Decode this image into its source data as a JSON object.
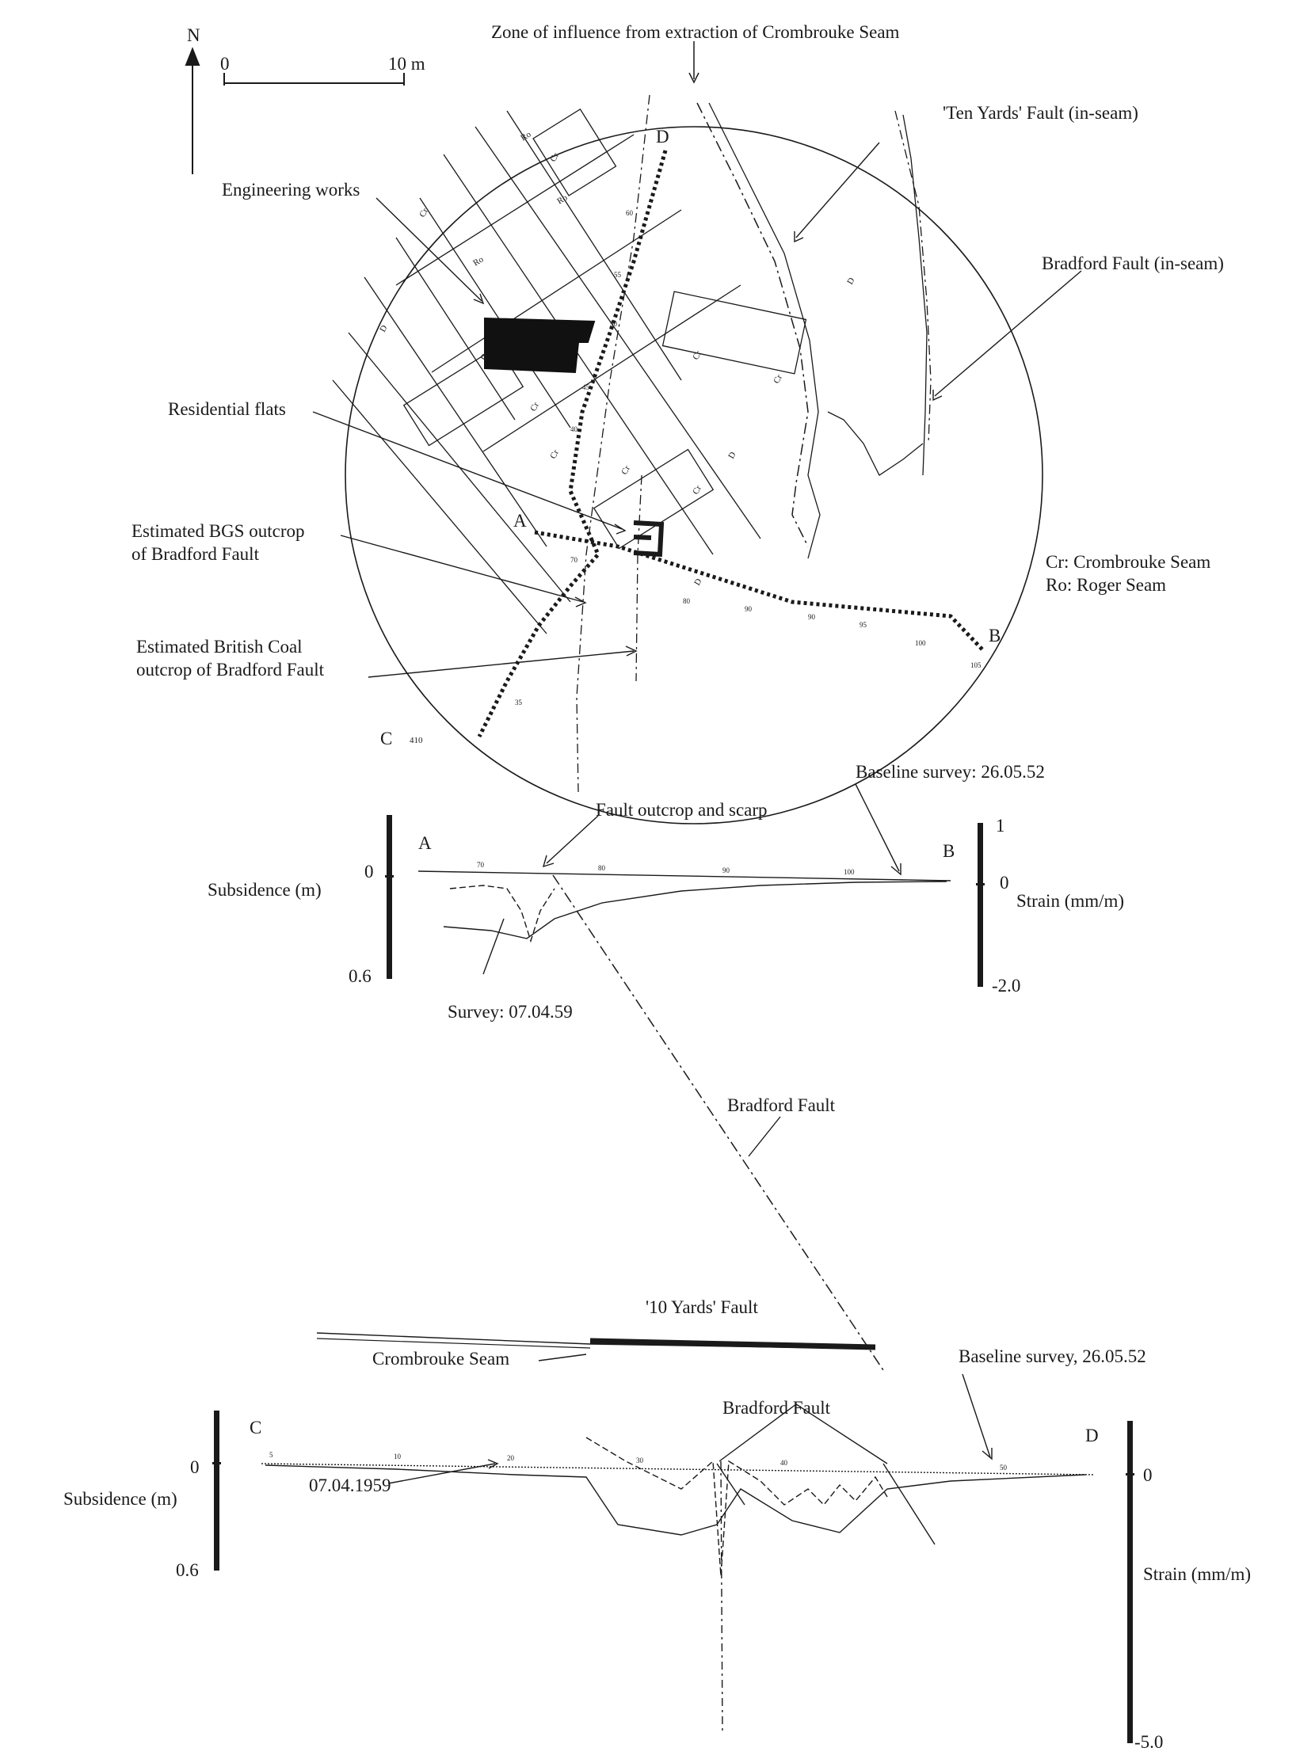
{
  "north_label": "N",
  "scale_bar": {
    "left_label": "0",
    "right_label": "10 m"
  },
  "labels": {
    "zone_of_influence": "Zone of influence from extraction of Crombrouke Seam",
    "ten_yards_fault_inseam": "'Ten Yards' Fault (in-seam)",
    "bradford_fault_inseam": "Bradford Fault (in-seam)",
    "engineering_works": "Engineering works",
    "residential_flats": "Residential flats",
    "bgs_outcrop_line1": "Estimated BGS outcrop",
    "bgs_outcrop_line2": "of Bradford Fault",
    "british_coal_line1": "Estimated British Coal",
    "british_coal_line2": "outcrop of Bradford Fault",
    "legend_cr": "Cr: Crombrouke Seam",
    "legend_ro": "Ro: Roger Seam",
    "section_a": "A",
    "section_b": "B",
    "section_c": "C",
    "section_d": "D",
    "baseline_survey_ab": "Baseline survey: 26.05.52",
    "fault_outcrop_scarp": "Fault outcrop and scarp",
    "survey_ab": "Survey: 07.04.59",
    "bradford_fault_mid": "Bradford Fault",
    "ten_yards_fault_section": "'10 Yards' Fault",
    "crombrouke_seam": "Crombrouke Seam",
    "baseline_survey_cd": "Baseline survey, 26.05.52",
    "bradford_fault_cd": "Bradford Fault",
    "survey_cd": "07.04.1959"
  },
  "map_tags": {
    "ro": "Ro",
    "cr": "Cr",
    "d": "D",
    "c_marker": "410"
  },
  "survey_points_ab": [
    "70",
    "80",
    "90",
    "90",
    "95",
    "100",
    "105"
  ],
  "survey_points_cd": [
    "35",
    "50",
    "60",
    "55",
    "45",
    "40"
  ],
  "profile_ab_ticks": [
    "70",
    "80",
    "90",
    "100"
  ],
  "profile_cd_ticks": [
    "5",
    "10",
    "20",
    "30",
    "40",
    "50"
  ],
  "subsidence_ab": {
    "label": "Subsidence (m)",
    "top": "0",
    "bottom": "0.6"
  },
  "strain_ab": {
    "label": "Strain (mm/m)",
    "top": "1",
    "middle": "0",
    "bottom": "-2.0"
  },
  "subsidence_cd": {
    "label": "Subsidence (m)",
    "top": "0",
    "bottom": "0.6"
  },
  "strain_cd": {
    "label": "Strain (mm/m)",
    "top": "0",
    "bottom": "-5.0"
  },
  "colors": {
    "ink": "#1a1a1a",
    "background": "#ffffff"
  }
}
